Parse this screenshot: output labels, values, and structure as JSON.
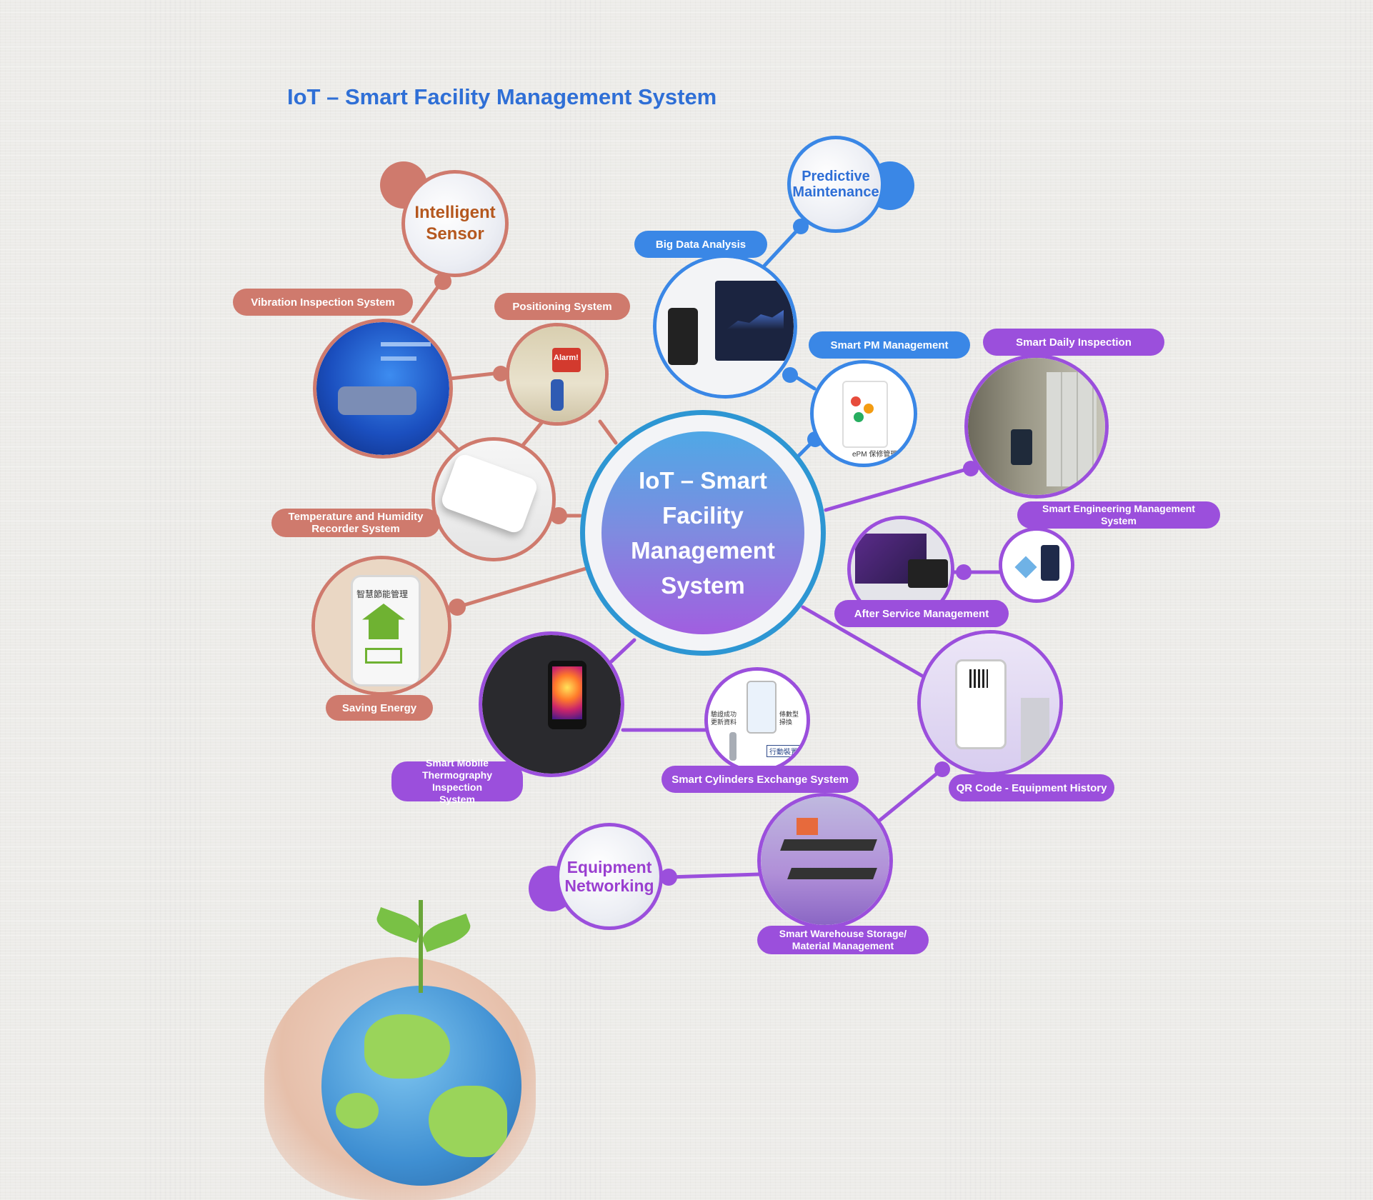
{
  "title": "IoT – Smart Facility Management System",
  "center_label": "IoT – Smart\nFacility\nManagement\nSystem",
  "colors": {
    "sensor": "#cf7a6d",
    "sensor_text": "#b5581f",
    "maintenance": "#3a87e6",
    "maintenance_text": "#2f6fd6",
    "networking": "#9b4fdc",
    "networking_text": "#9a3fd0",
    "center_ring": "#2d96d3"
  },
  "categories": {
    "intelligent_sensor": "Intelligent\nSensor",
    "predictive_maintenance": "Predictive\nMaintenance",
    "equipment_networking": "Equipment\nNetworking"
  },
  "labels": {
    "vibration": "Vibration Inspection  System",
    "positioning": "Positioning System",
    "temp_humidity": "Temperature and Humidity\nRecorder System",
    "saving_energy": "Saving Energy",
    "thermography": "Smart Mobile\nThermography Inspection\nSystem",
    "cylinders": "Smart Cylinders Exchange System",
    "big_data": "Big Data Analysis",
    "smart_pm": "Smart PM Management",
    "daily_inspection": "Smart Daily Inspection",
    "engineering": "Smart Engineering Management System",
    "after_service": "After Service Management",
    "qr_code": "QR Code - Equipment History",
    "warehouse": "Smart Warehouse Storage/\nMaterial Management"
  },
  "image_text": {
    "positioning_alarm": "Alarm!",
    "saving_energy_screen": "智慧節能管理",
    "smart_pm_caption": "ePM 保修管理",
    "cylinders_screen": "行動裝置",
    "cylinders_left": "驗證成功\n更新資料",
    "cylinders_right": "條數型\n掃換"
  }
}
